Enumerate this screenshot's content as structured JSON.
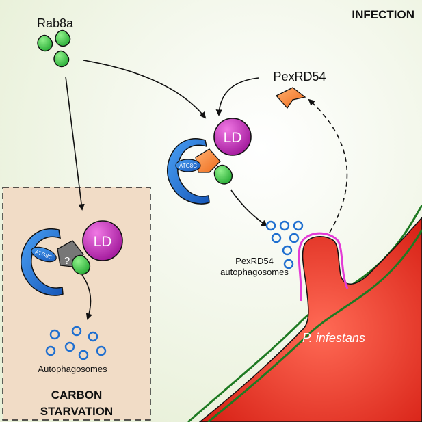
{
  "labels": {
    "infection": "INFECTION",
    "rab8a": "Rab8a",
    "pexrd54": "PexRD54",
    "ld_top": "LD",
    "ld_bottom": "LD",
    "atg8c_top": "ATG8C",
    "atg8c_bottom": "ATG8C",
    "question_mark": "?",
    "pexrd54_autophagosomes_line1": "PexRD54",
    "pexrd54_autophagosomes_line2": "autophagosomes",
    "autophagosomes": "Autophagosomes",
    "carbon": "CARBON",
    "starvation": "STARVATION",
    "pathogen": "P. infestans"
  },
  "colors": {
    "background": "#f4f8ec",
    "starvation_box": "#f1dcc6",
    "rab8a_green": "#3fc84a",
    "ld_magenta": "#b21aa8",
    "atg8c_blue": "#1f6fd0",
    "pexrd54_orange": "#f07a28",
    "unknown_gray": "#777777",
    "pathogen_red": "#e02a1e",
    "membrane_green": "#1e7a22",
    "haustorium_pink": "#e33ad6",
    "autophagosome_blue": "#1f6fd0"
  },
  "icons": {
    "rab8a": "green-trefoil-protein",
    "pexrd54": "orange-wedge-effector",
    "ld": "magenta-lipid-droplet",
    "phagophore": "blue-crescent-membrane",
    "unknown_adaptor": "gray-wedge-unknown",
    "autophagosome": "blue-ring-vesicle",
    "pathogen": "red-haustorium-hypha"
  }
}
